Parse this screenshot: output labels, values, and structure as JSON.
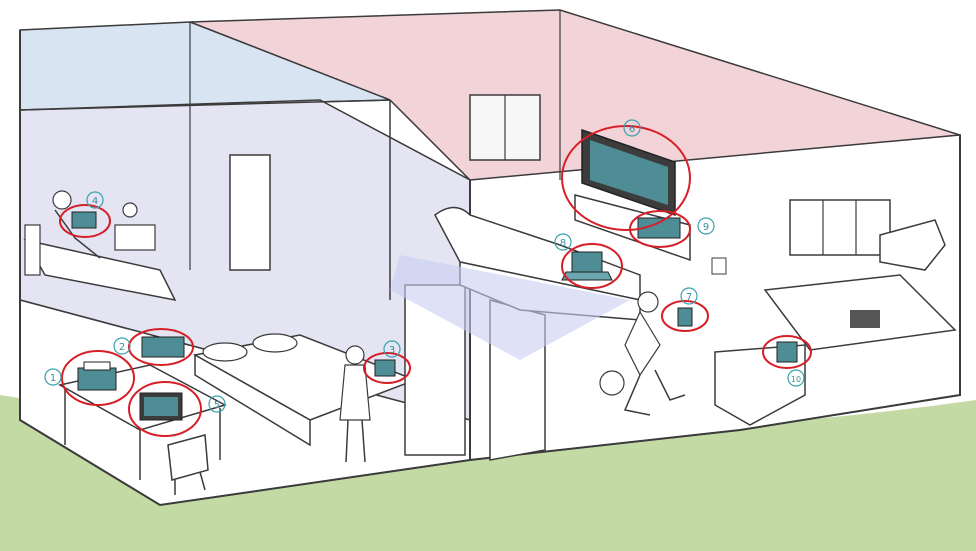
{
  "colors": {
    "pink_wall": "#f2d3d8",
    "blue_wall": "#d9e4f2",
    "lavender_wall": "#e4e4f3",
    "grass": "#b8d394",
    "line": "#3b3b3b",
    "device_teal": "#4e8d95",
    "marker_red": "#d61f26",
    "number_teal": "#3aa0b0"
  },
  "markers": [
    {
      "id": 1,
      "label": "1",
      "device": "printer-icon"
    },
    {
      "id": 2,
      "label": "2",
      "device": "router-icon"
    },
    {
      "id": 3,
      "label": "3",
      "device": "smartphone-icon"
    },
    {
      "id": 4,
      "label": "4",
      "device": "tablet-icon"
    },
    {
      "id": 5,
      "label": "5",
      "device": "desktop-computer-icon"
    },
    {
      "id": 6,
      "label": "6",
      "device": "television-icon"
    },
    {
      "id": 7,
      "label": "7",
      "device": "smartphone-icon"
    },
    {
      "id": 8,
      "label": "8",
      "device": "laptop-icon"
    },
    {
      "id": 9,
      "label": "9",
      "device": "game-console-icon"
    },
    {
      "id": 10,
      "label": "10",
      "device": "coffee-machine-icon"
    }
  ]
}
